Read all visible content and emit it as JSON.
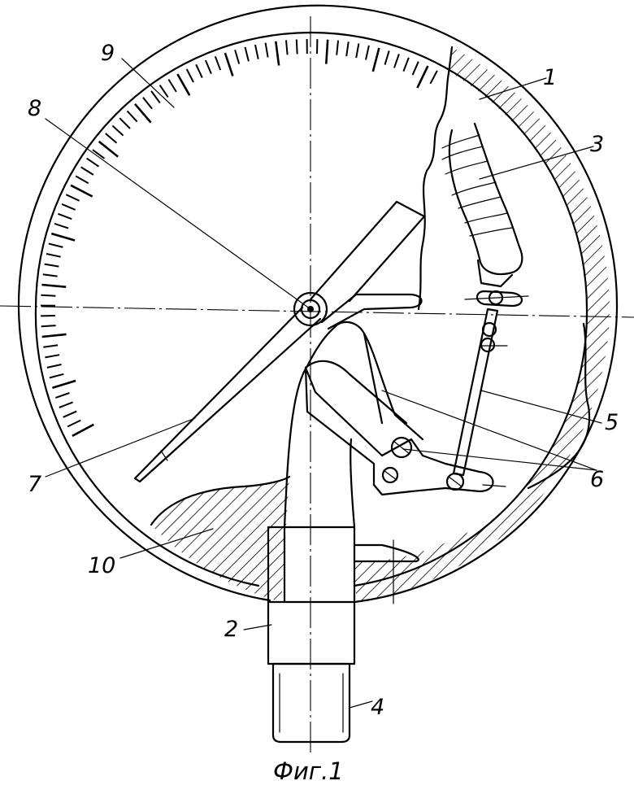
{
  "figure": {
    "caption": "Фиг.1"
  },
  "labels": {
    "l1": "1",
    "l2": "2",
    "l3": "3",
    "l4": "4",
    "l5": "5",
    "l6": "6",
    "l7": "7",
    "l8": "8",
    "l9": "9",
    "l10": "10"
  },
  "scale": {
    "tick_count": 66,
    "major_every": 5
  }
}
